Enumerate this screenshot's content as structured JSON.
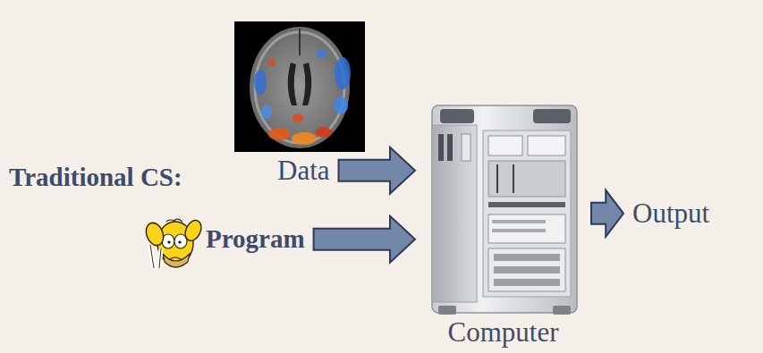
{
  "diagram": {
    "nodes": [
      {
        "text": [
          "Data"
        ]
      },
      {
        "text": [
          "Program"
        ]
      },
      {
        "text": [
          "Computer"
        ]
      },
      {
        "text": [
          "Output"
        ]
      }
    ],
    "edges": [
      {
        "from": 0,
        "to": 2,
        "arrow": "to"
      },
      {
        "from": 1,
        "to": 2,
        "arrow": "to"
      },
      {
        "from": 2,
        "to": 3,
        "arrow": "to"
      }
    ],
    "labels": [
      "Traditional CS:"
    ]
  }
}
